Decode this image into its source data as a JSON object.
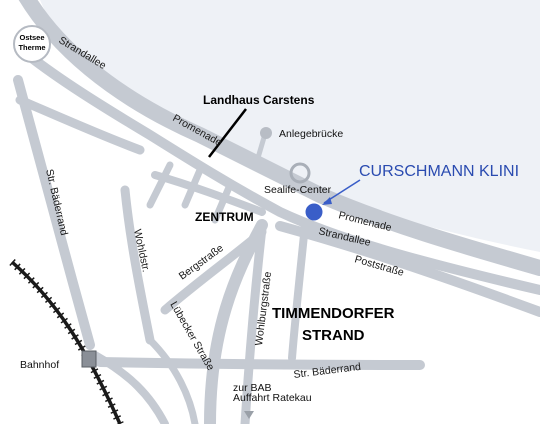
{
  "labels": {
    "ostsee_line1": "Ostsee",
    "ostsee_line2": "Therme",
    "strandallee_top": "Strandallee",
    "landhaus": "Landhaus Carstens",
    "promenade_top": "Promenade",
    "anlegebruecke": "Anlegebrücke",
    "clinic": "CURSCHMANN KLINI",
    "sealife": "Sealife-Center",
    "zentrum": "ZENTRUM",
    "promenade_right": "Promenade",
    "strandallee_right": "Strandallee",
    "str_baederrand_left": "Str. Bäderrand",
    "poststrasse": "Poststraße",
    "bergstrasse": "Bergstraße",
    "wohldstr": "Wohldstr.",
    "wohlburgstrasse": "Wohlburgstraße",
    "timmendorfer": "TIMMENDORFER",
    "strand": "STRAND",
    "luebecker": "Lübecker Straße",
    "str_baederrand_bottom": "Str. Bäderrand",
    "bahnhof": "Bahnhof",
    "bab_line1": "zur BAB",
    "bab_line2": "Auffahrt Ratekau"
  },
  "colors": {
    "sea": "#eef1f6",
    "land": "#ffffff",
    "road": "#c5cad2",
    "road_edge": "#a9afb8",
    "clinic_marker": "#3a5ec8",
    "clinic_text": "#2a4bb0",
    "rail": "#1a1a1a",
    "pointer_line": "#000000"
  },
  "icons": {
    "clinic_marker": "blue-dot-icon",
    "sealife": "ring-icon",
    "anlegebruecke": "dot-icon",
    "ostsee_therme": "circle-badge-icon",
    "bahnhof": "station-square-icon",
    "bab_arrow": "triangle-down-icon"
  }
}
